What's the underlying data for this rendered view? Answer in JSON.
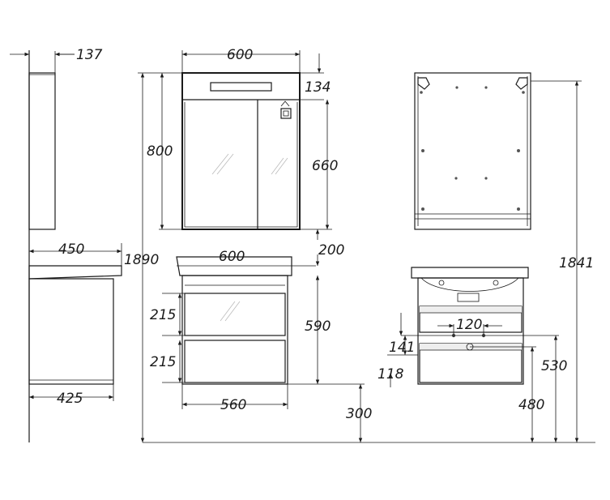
{
  "dimensions": {
    "cabinet_depth": "137",
    "mirror_width": "600",
    "light_panel_height": "134",
    "mirror_height": "800",
    "door_height": "660",
    "total_height": "1890",
    "gap_height": "200",
    "basin_depth": "450",
    "basin_width": "600",
    "vanity_height": "590",
    "drawer_top_height": "215",
    "drawer_bottom_height": "215",
    "vanity_depth": "425",
    "vanity_inner_width": "560",
    "floor_clearance": "300",
    "pipe_spacing": "120",
    "outlet_offset_top": "141",
    "outlet_offset_bottom": "118",
    "outlet_height": "530",
    "drain_height": "480",
    "mount_height": "1841"
  }
}
